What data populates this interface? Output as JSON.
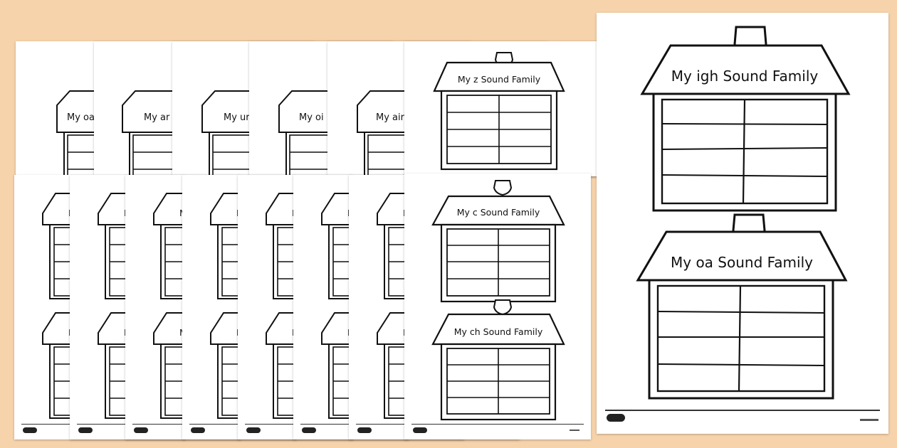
{
  "background_color": "#f6d3ab",
  "line_color": "#111111",
  "sheets": [
    {
      "id": "top-0",
      "houses": [
        {
          "title": "My oa",
          "chimney": false
        }
      ]
    },
    {
      "id": "top-1",
      "houses": [
        {
          "title": "My ar",
          "chimney": false
        }
      ]
    },
    {
      "id": "top-2",
      "houses": [
        {
          "title": "My ur",
          "chimney": false
        }
      ]
    },
    {
      "id": "top-3",
      "houses": [
        {
          "title": "My oi",
          "chimney": false
        }
      ]
    },
    {
      "id": "top-4",
      "houses": [
        {
          "title": "My air",
          "chimney": false
        }
      ]
    },
    {
      "id": "top-5",
      "houses": [
        {
          "title": "My z Sound Family",
          "chimney": true
        }
      ]
    },
    {
      "id": "mid-0",
      "houses": [
        {
          "title": "M",
          "chimney": false
        },
        {
          "title": "M",
          "chimney": false
        }
      ]
    },
    {
      "id": "mid-1",
      "houses": [
        {
          "title": "M",
          "chimney": false
        },
        {
          "title": "M",
          "chimney": false
        }
      ]
    },
    {
      "id": "mid-2",
      "houses": [
        {
          "title": "M",
          "chimney": false
        },
        {
          "title": "M",
          "chimney": false
        }
      ]
    },
    {
      "id": "mid-3",
      "houses": [
        {
          "title": "M",
          "chimney": false
        },
        {
          "title": "M",
          "chimney": false
        }
      ]
    },
    {
      "id": "mid-4",
      "houses": [
        {
          "title": "M",
          "chimney": false
        },
        {
          "title": "M",
          "chimney": false
        }
      ]
    },
    {
      "id": "mid-5",
      "houses": [
        {
          "title": "M",
          "chimney": false
        },
        {
          "title": "M",
          "chimney": false
        }
      ]
    },
    {
      "id": "mid-6",
      "houses": [
        {
          "title": "M",
          "chimney": false
        },
        {
          "title": "M",
          "chimney": false
        }
      ]
    },
    {
      "id": "mid-7",
      "houses": [
        {
          "title": "My c Sound Family",
          "chimney": true
        },
        {
          "title": "My ch Sound Family",
          "chimney": true
        }
      ]
    },
    {
      "id": "big",
      "houses": [
        {
          "title": "My igh Sound Family",
          "chimney": true
        },
        {
          "title": "My oa Sound Family",
          "chimney": true
        }
      ]
    }
  ]
}
